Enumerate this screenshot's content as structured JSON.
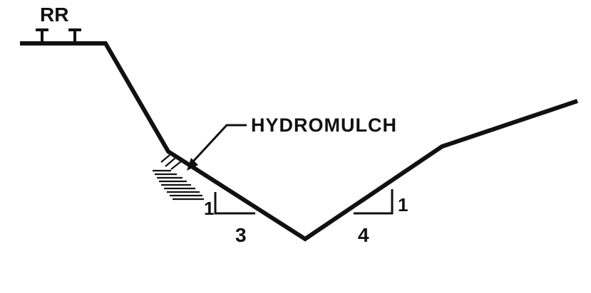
{
  "labels": {
    "rail": "RR",
    "treatment": "HYDROMULCH",
    "left_slope_rise": "1",
    "left_slope_run": "3",
    "right_slope_rise": "1",
    "right_slope_run": "4"
  },
  "colors": {
    "line": "#111111",
    "background": "#ffffff"
  }
}
